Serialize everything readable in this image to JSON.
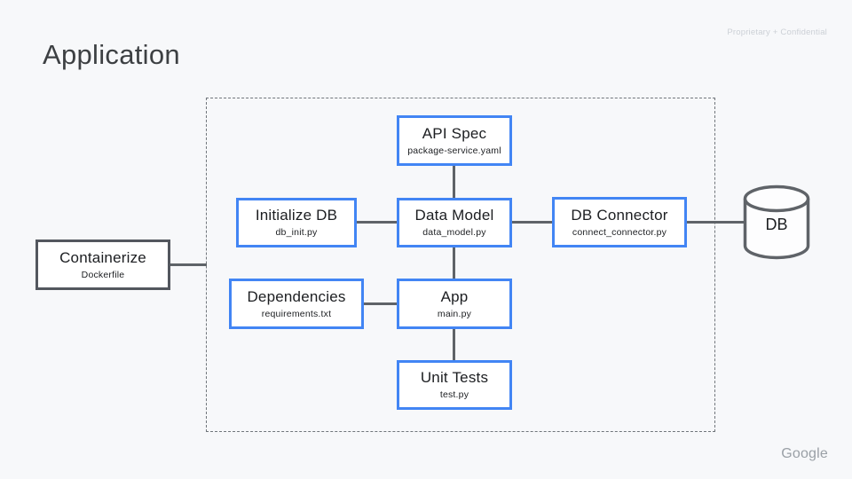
{
  "slide": {
    "title": "Application",
    "watermark": "Proprietary + Confidential",
    "brand": "Google"
  },
  "colors": {
    "background": "#f7f8fa",
    "accent_blue": "#4285f4",
    "shape_gray": "#53575e",
    "connector_gray": "#5f6368",
    "text_dark": "#1c1e21",
    "brand_gray": "#9aa0a6"
  },
  "diagram": {
    "nodes": [
      {
        "id": "api-spec",
        "label": "API Spec",
        "sublabel": "package-service.yaml"
      },
      {
        "id": "initialize-db",
        "label": "Initialize DB",
        "sublabel": "db_init.py"
      },
      {
        "id": "data-model",
        "label": "Data Model",
        "sublabel": "data_model.py"
      },
      {
        "id": "db-connector",
        "label": "DB Connector",
        "sublabel": "connect_connector.py"
      },
      {
        "id": "containerize",
        "label": "Containerize",
        "sublabel": "Dockerfile"
      },
      {
        "id": "dependencies",
        "label": "Dependencies",
        "sublabel": "requirements.txt"
      },
      {
        "id": "app",
        "label": "App",
        "sublabel": "main.py"
      },
      {
        "id": "unit-tests",
        "label": "Unit Tests",
        "sublabel": "test.py"
      }
    ],
    "database": {
      "label": "DB"
    }
  }
}
